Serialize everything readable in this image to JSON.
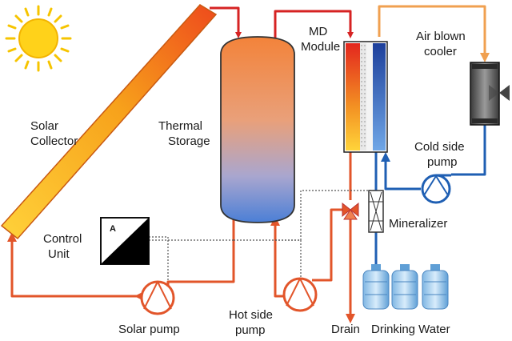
{
  "labels": {
    "solar_collector": [
      "Solar",
      "Collector"
    ],
    "thermal_storage": [
      "Thermal",
      "Storage"
    ],
    "md_module": [
      "MD",
      "Module"
    ],
    "air_blown_cooler": [
      "Air blown",
      "cooler"
    ],
    "cold_side_pump": [
      "Cold side",
      "pump"
    ],
    "control_unit": [
      "Control",
      "Unit"
    ],
    "control_box_letter": "A",
    "mineralizer": "Mineralizer",
    "solar_pump": "Solar pump",
    "hot_side_pump": [
      "Hot side",
      "pump"
    ],
    "drain": "Drain",
    "drinking_water": "Drinking Water"
  },
  "colors": {
    "hot_pipe": "#e2552a",
    "red_pipe": "#d62323",
    "cold_pipe": "#1f5fb3",
    "cooler_return_pipe": "#f0a050",
    "sun": "#f6c400"
  }
}
